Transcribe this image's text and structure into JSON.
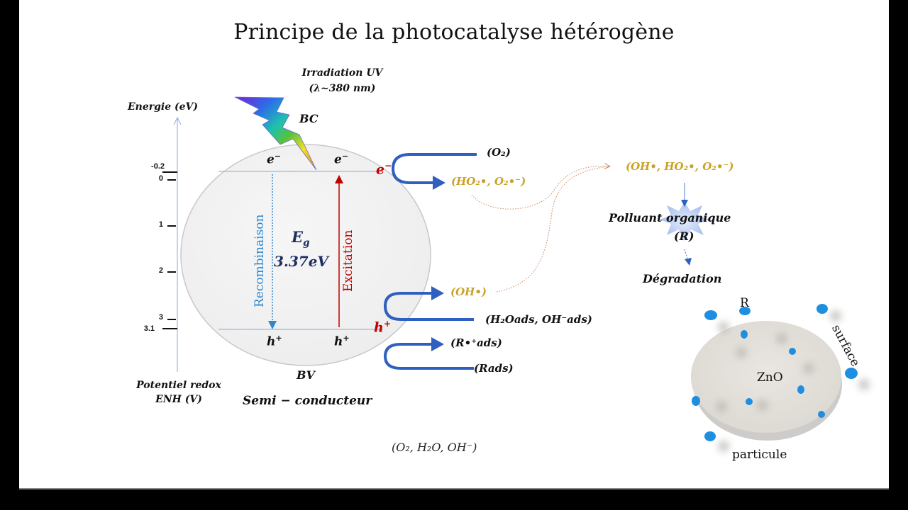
{
  "title": "Principe de la photocatalyse hétérogène",
  "irradiation": {
    "line1": "Irradiation UV",
    "line2": "(λ~380 nm)"
  },
  "energy_axis": {
    "label": "Energie (eV)",
    "bottom_label_line1": "Potentiel redox",
    "bottom_label_line2": "ENH (V)",
    "ticks": [
      "-0.2",
      "0",
      "1",
      "2",
      "3",
      "3.1"
    ]
  },
  "semiconductor": {
    "bc_label": "BC",
    "bv_label": "BV",
    "name": "Semi − conducteur",
    "electron_left": "e",
    "electron_right": "e",
    "electron_out": "e",
    "hole_left": "h",
    "hole_right": "h",
    "hole_out": "h",
    "minus": "−",
    "plus": "+",
    "gap_symbol": "E",
    "gap_sub": "g",
    "gap_value": "3.37eV",
    "recombination_label": "Recombinaison",
    "excitation_label": "Excitation"
  },
  "reactions": {
    "o2": "(O₂)",
    "ho2_o2": "(HO₂•, O₂•⁻)",
    "oh_radical": "(OH•)",
    "h2o_oh": "(H₂Oads, OH⁻ads)",
    "r_cation": "(R•⁺ads)",
    "r_ads": "(Rads)"
  },
  "degradation": {
    "radicals": "(OH•, HO₂•, O₂•⁻)",
    "pollutant": "Polluant organique",
    "pollutant_symbol": "(R)",
    "result": "Dégradation"
  },
  "species_bottom": "(O₂, H₂O, OH⁻)",
  "particle": {
    "material": "ZnO",
    "r_label": "R",
    "surface_label": "surface",
    "particle_label": "particule"
  },
  "colors": {
    "arrow_blue": "#2f5fbf",
    "radical_gold": "#c9a227",
    "excitation_red": "#c00000",
    "recombination_blue": "#2e86d0",
    "particle_dot": "#1e8fe0"
  }
}
